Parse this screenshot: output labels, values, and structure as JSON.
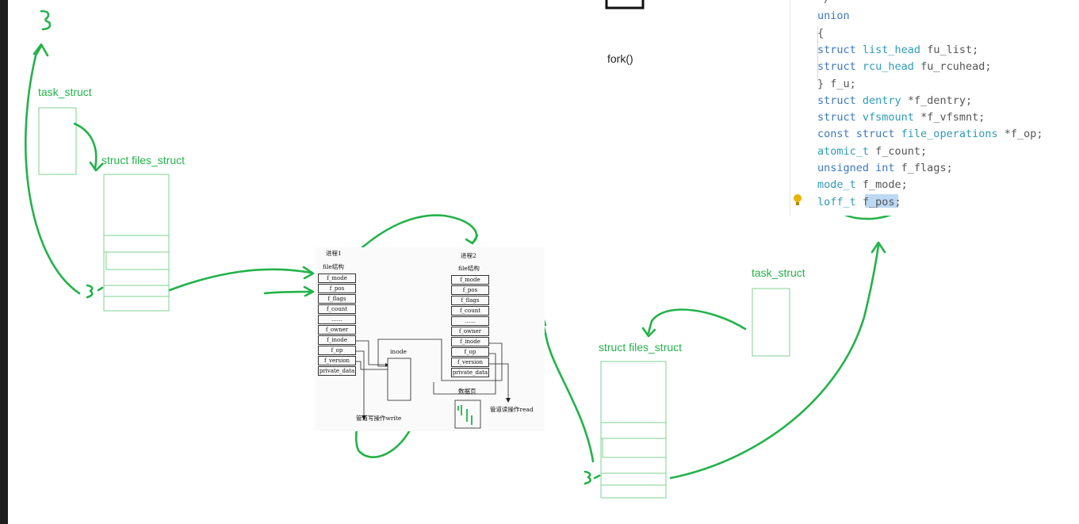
{
  "labels": {
    "fork": "fork()",
    "task_struct_left": "task_struct",
    "files_struct_left": "struct files_struct",
    "task_struct_right": "task_struct",
    "files_struct_right": "struct files_struct"
  },
  "figure": {
    "proc1": "进程1",
    "proc1_file": "file结构",
    "proc2": "进程2",
    "proc2_file": "file结构",
    "fields": [
      "f_mode",
      "f_pos",
      "f_flags",
      "f_count",
      "……",
      "f_owner",
      "f_inode",
      "f_op",
      "f_version",
      "private_data"
    ],
    "inode": "inode",
    "data_page": "数据页",
    "write_label": "管道写操作write",
    "read_label": "管道读操作read"
  },
  "code": {
    "lines": [
      {
        "parts": [
          {
            "c": "p",
            "s": "  */"
          }
        ]
      },
      {
        "parts": [
          {
            "c": "k",
            "s": "union"
          }
        ]
      },
      {
        "parts": [
          {
            "c": "p",
            "s": "{"
          }
        ]
      },
      {
        "parts": [
          {
            "c": "k",
            "s": "    struct "
          },
          {
            "c": "t",
            "s": "list_head"
          },
          {
            "c": "p",
            "s": " fu_list;"
          }
        ]
      },
      {
        "parts": [
          {
            "c": "k",
            "s": "    struct "
          },
          {
            "c": "t",
            "s": "rcu_head"
          },
          {
            "c": "p",
            "s": " fu_rcuhead;"
          }
        ]
      },
      {
        "parts": [
          {
            "c": "p",
            "s": "} f_u;"
          }
        ]
      },
      {
        "parts": [
          {
            "c": "k",
            "s": "struct "
          },
          {
            "c": "t",
            "s": "dentry"
          },
          {
            "c": "p",
            "s": " *f_dentry;"
          }
        ]
      },
      {
        "parts": [
          {
            "c": "k",
            "s": "struct "
          },
          {
            "c": "t",
            "s": "vfsmount"
          },
          {
            "c": "p",
            "s": " *f_vfsmnt;"
          }
        ]
      },
      {
        "parts": [
          {
            "c": "k",
            "s": "const struct "
          },
          {
            "c": "t",
            "s": "file_operations"
          },
          {
            "c": "p",
            "s": " *f_op;"
          }
        ]
      },
      {
        "parts": [
          {
            "c": "t",
            "s": "atomic_t"
          },
          {
            "c": "p",
            "s": " f_count;"
          }
        ]
      },
      {
        "parts": [
          {
            "c": "k",
            "s": "unsigned int"
          },
          {
            "c": "p",
            "s": " f_flags;"
          }
        ]
      },
      {
        "parts": [
          {
            "c": "t",
            "s": "mode_t"
          },
          {
            "c": "p",
            "s": " f_mode;"
          }
        ]
      },
      {
        "parts": [
          {
            "c": "t",
            "s": "loff_t"
          },
          {
            "c": "p",
            "s": " f_pos;"
          }
        ]
      }
    ]
  },
  "colors": {
    "ink": "#23b24a",
    "box": "#7fd08f",
    "code_keyword": "#3b78c0",
    "code_type": "#2f9bb8",
    "bulb": "#e8b400"
  }
}
